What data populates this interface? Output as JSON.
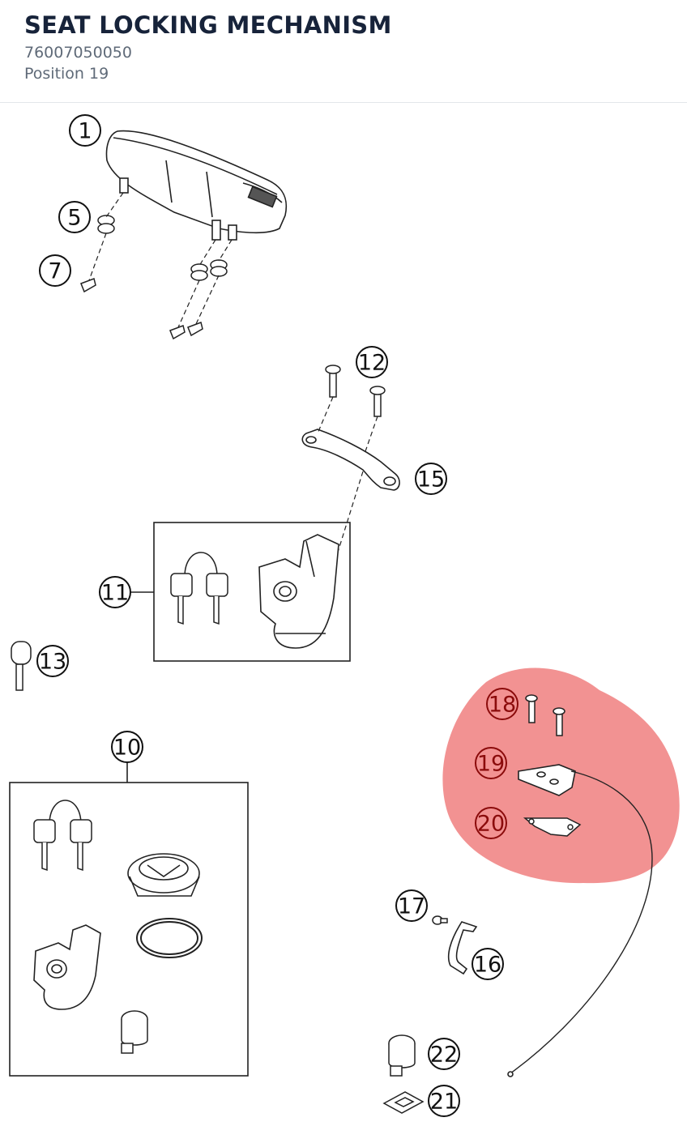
{
  "header": {
    "title": "SEAT LOCKING MECHANISM",
    "part_number": "76007050050",
    "position": "Position 19"
  },
  "highlight_color": "#f07f7f",
  "callouts": [
    {
      "id": "c1",
      "label": "1"
    },
    {
      "id": "c5",
      "label": "5"
    },
    {
      "id": "c7",
      "label": "7"
    },
    {
      "id": "c12",
      "label": "12"
    },
    {
      "id": "c15",
      "label": "15"
    },
    {
      "id": "c11",
      "label": "11"
    },
    {
      "id": "c13",
      "label": "13"
    },
    {
      "id": "c10",
      "label": "10"
    },
    {
      "id": "c18",
      "label": "18"
    },
    {
      "id": "c19",
      "label": "19"
    },
    {
      "id": "c20",
      "label": "20"
    },
    {
      "id": "c17",
      "label": "17"
    },
    {
      "id": "c16",
      "label": "16"
    },
    {
      "id": "c22",
      "label": "22"
    },
    {
      "id": "c21",
      "label": "21"
    }
  ]
}
